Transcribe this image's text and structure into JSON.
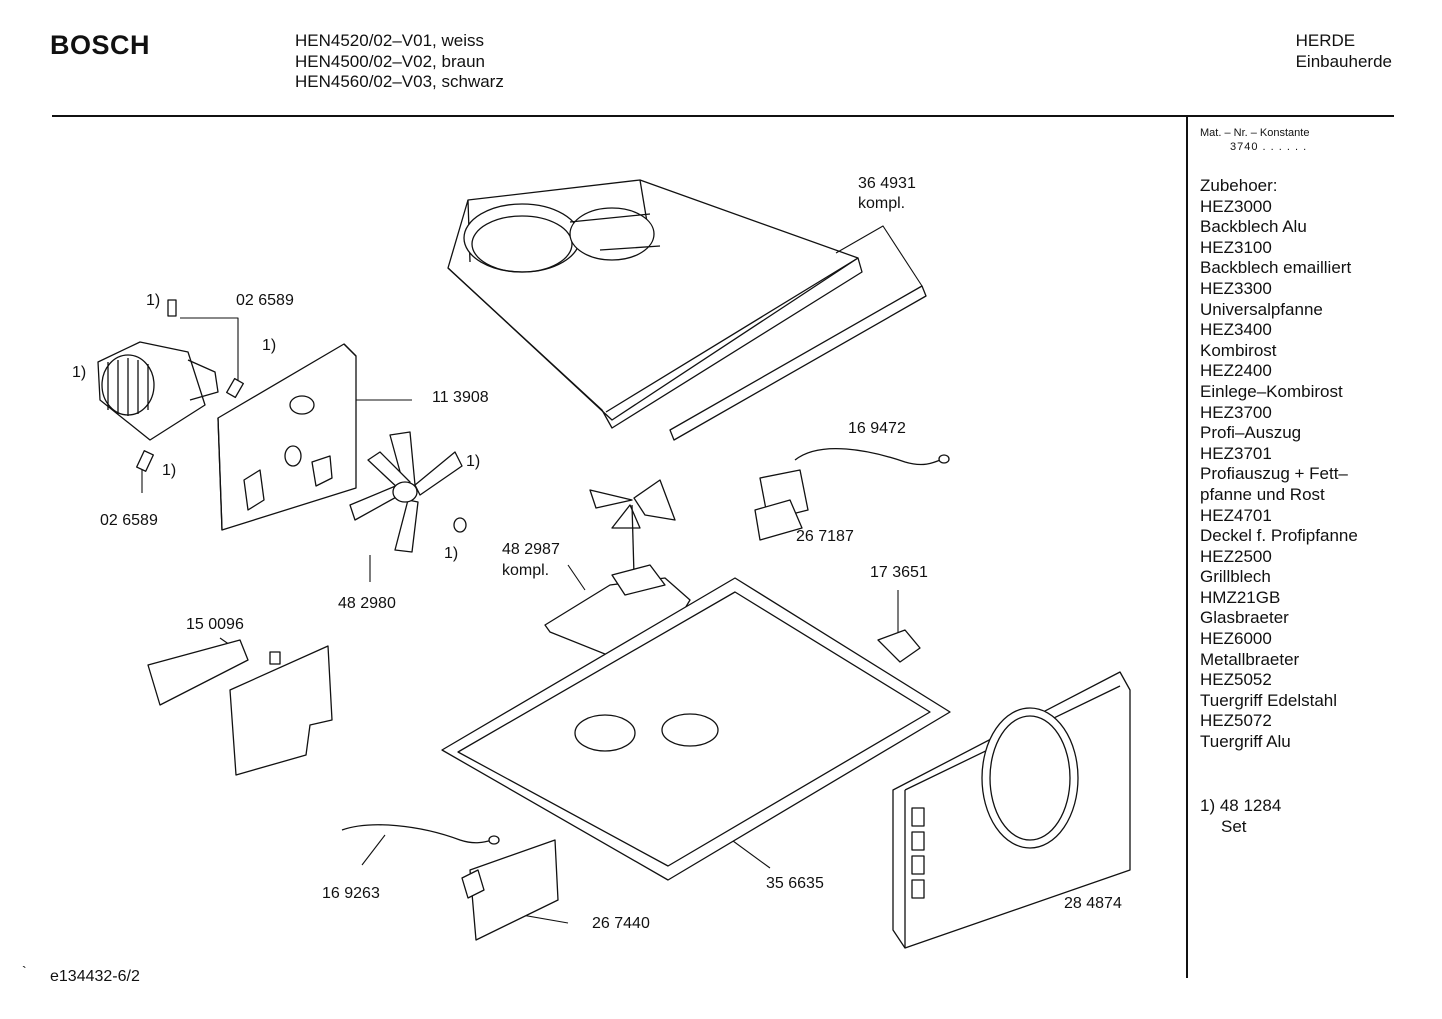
{
  "header": {
    "brand": "BOSCH",
    "models": [
      "HEN4520/02–V01, weiss",
      "HEN4500/02–V02, braun",
      "HEN4560/02–V03, schwarz"
    ],
    "category": [
      "HERDE",
      "Einbauherde"
    ]
  },
  "sidebar": {
    "mat_label": "Mat. – Nr. – Konstante",
    "mat_value": "3740 . . . . . .",
    "accessories_title": "Zubehoer:",
    "accessories": [
      "HEZ3000",
      "Backblech Alu",
      "HEZ3100",
      "Backblech emailliert",
      "HEZ3300",
      "Universalpfanne",
      "HEZ3400",
      "Kombirost",
      "HEZ2400",
      "Einlege–Kombirost",
      "HEZ3700",
      "Profi–Auszug",
      "HEZ3701",
      "Profiauszug + Fett–",
      "pfanne und Rost",
      "HEZ4701",
      "Deckel f. Profipfanne",
      "HEZ2500",
      "Grillblech",
      "HMZ21GB",
      "Glasbraeter",
      "HEZ6000",
      "Metallbraeter",
      "HEZ5052",
      "Tuergriff Edelstahl",
      "HEZ5072",
      "Tuergriff Alu"
    ],
    "footnote_line1": "1) 48 1284",
    "footnote_line2": "Set"
  },
  "footer": {
    "tick": "`",
    "docnum": "e134432-6/2"
  },
  "part_labels": {
    "p364931": "36 4931",
    "p364931_sub": "kompl.",
    "p026589_top": "02 6589",
    "p026589_bottom": "02 6589",
    "p113908": "11 3908",
    "p169472": "16 9472",
    "p267187": "26 7187",
    "p482987": "48 2987",
    "p482987_sub": "kompl.",
    "p482980": "48 2980",
    "p173651": "17 3651",
    "p150096": "15 0096",
    "p169263": "16 9263",
    "p356635": "35 6635",
    "p267440": "26 7440",
    "p284874": "28 4874",
    "n1": "1)",
    "n2": "1)",
    "n3": "1)",
    "n4": "1)",
    "n5": "1)",
    "n6": "1)"
  }
}
